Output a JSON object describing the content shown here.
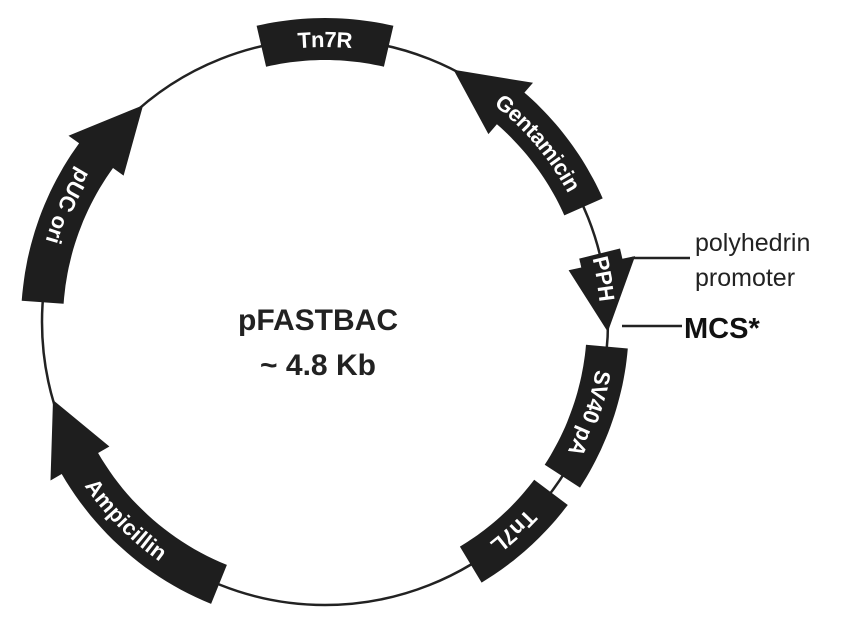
{
  "plasmid": {
    "name": "pFASTBAC",
    "size": "~ 4.8 Kb"
  },
  "features": [
    {
      "label": "Tn7R",
      "arrow": "none"
    },
    {
      "label": "Gentamicin",
      "arrow": "counterclockwise"
    },
    {
      "label": "PPH",
      "arrow": "clockwise"
    },
    {
      "label": "SV40 pA",
      "arrow": "none"
    },
    {
      "label": "Tn7L",
      "arrow": "none"
    },
    {
      "label": "Ampicillin",
      "arrow": "clockwise"
    },
    {
      "label": "pUC ori",
      "arrow": "clockwise"
    }
  ],
  "annotations": {
    "promoter_line1": "polyhedrin",
    "promoter_line2": "promoter",
    "mcs": "MCS*"
  },
  "colors": {
    "feature": "#1e1e1e",
    "backbone": "#222222",
    "label": "#ffffff"
  }
}
